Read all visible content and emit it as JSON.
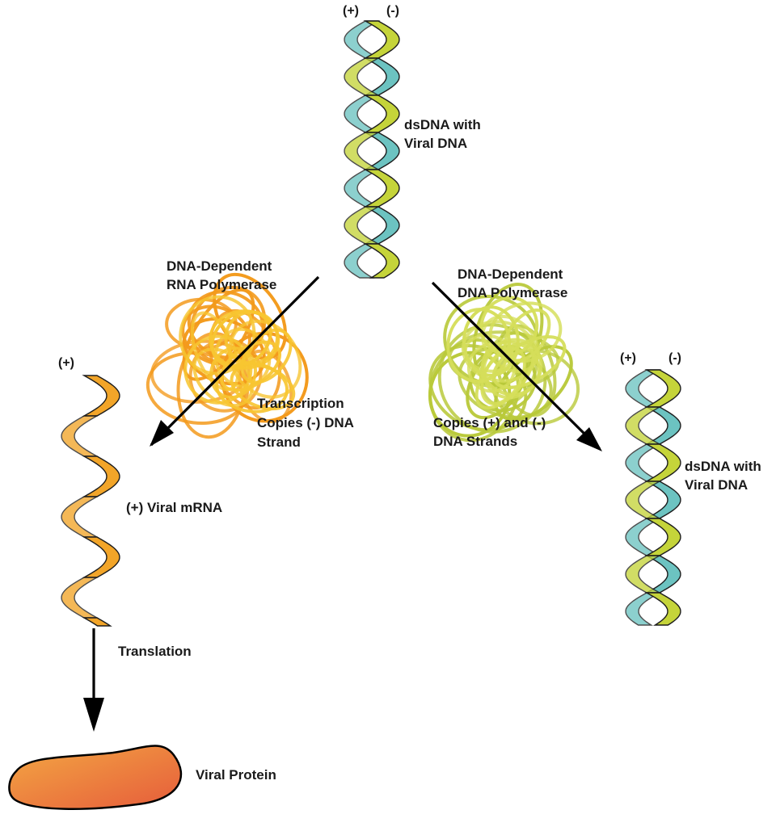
{
  "top_helix": {
    "plus_label": "(+)",
    "minus_label": "(-)",
    "caption_line1": "dsDNA with",
    "caption_line2": "Viral DNA"
  },
  "left_branch": {
    "enzyme_line1": "DNA-Dependent",
    "enzyme_line2": "RNA Polymerase",
    "process_line1": "Transcription",
    "process_line2": "Copies (-) DNA",
    "process_line3": "Strand"
  },
  "right_branch": {
    "enzyme_line1": "DNA-Dependent",
    "enzyme_line2": "DNA Polymerase",
    "process_line1": "Copies (+) and (-)",
    "process_line2": "DNA Strands"
  },
  "mrna": {
    "plus_label": "(+)",
    "caption": "(+) Viral mRNA"
  },
  "right_helix": {
    "plus_label": "(+)",
    "minus_label": "(-)",
    "caption_line1": "dsDNA with",
    "caption_line2": "Viral DNA"
  },
  "translation": {
    "label": "Translation"
  },
  "protein": {
    "caption": "Viral Protein"
  },
  "colors": {
    "plus_strand": "#c5d43a",
    "minus_strand": "#6cc3c1",
    "mrna": "#f2a529",
    "rna_polymerase": "#f39a1c",
    "dna_polymerase": "#b9c93a",
    "protein": "#ea7a3c",
    "arrow": "#000000"
  }
}
